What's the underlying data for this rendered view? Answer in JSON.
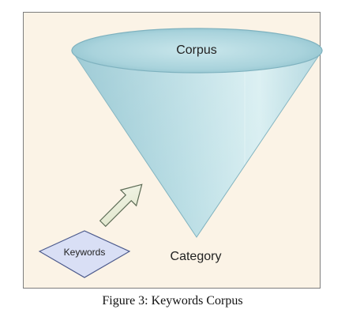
{
  "diagram": {
    "top_label": "Corpus",
    "bottom_label": "Category",
    "input_label": "Keywords"
  },
  "caption": "Figure 3: Keywords Corpus",
  "colors": {
    "background": "#fbf3e6",
    "frame_border": "#7d7d7d",
    "cone_light": "#d3ecef",
    "cone_mid": "#a9d3dc",
    "cone_edge": "#7fb2bf",
    "arrow_fill": "#e7ecd6",
    "arrow_stroke": "#5c6b55",
    "diamond_fill": "#d9dff5",
    "diamond_stroke": "#4c5a8c"
  }
}
